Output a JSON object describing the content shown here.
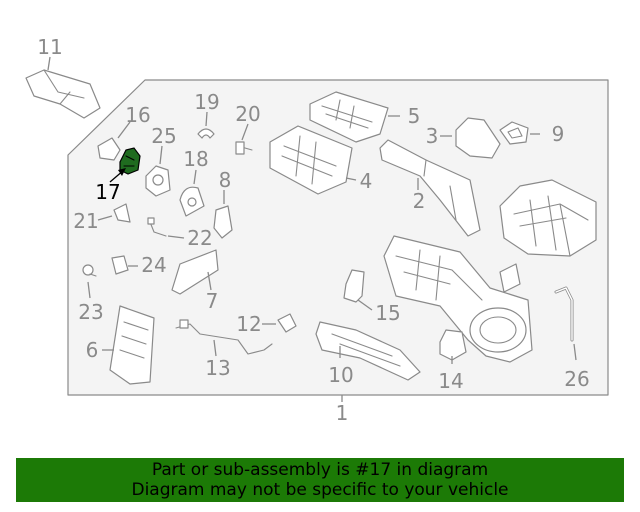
{
  "diagram": {
    "assembly_callout": "1",
    "highlighted_part": "17",
    "colors": {
      "outline": "#8a8a8a",
      "highlight_fill": "#1f6b1f",
      "banner_bg": "#1c7a06"
    },
    "callouts": [
      "2",
      "3",
      "4",
      "5",
      "6",
      "7",
      "8",
      "9",
      "10",
      "11",
      "12",
      "13",
      "14",
      "15",
      "16",
      "17",
      "18",
      "19",
      "20",
      "21",
      "22",
      "23",
      "24",
      "25",
      "26"
    ]
  },
  "banner": {
    "line1": "Part or sub-assembly is #17 in diagram",
    "line2": "Diagram may not be specific to your vehicle"
  }
}
